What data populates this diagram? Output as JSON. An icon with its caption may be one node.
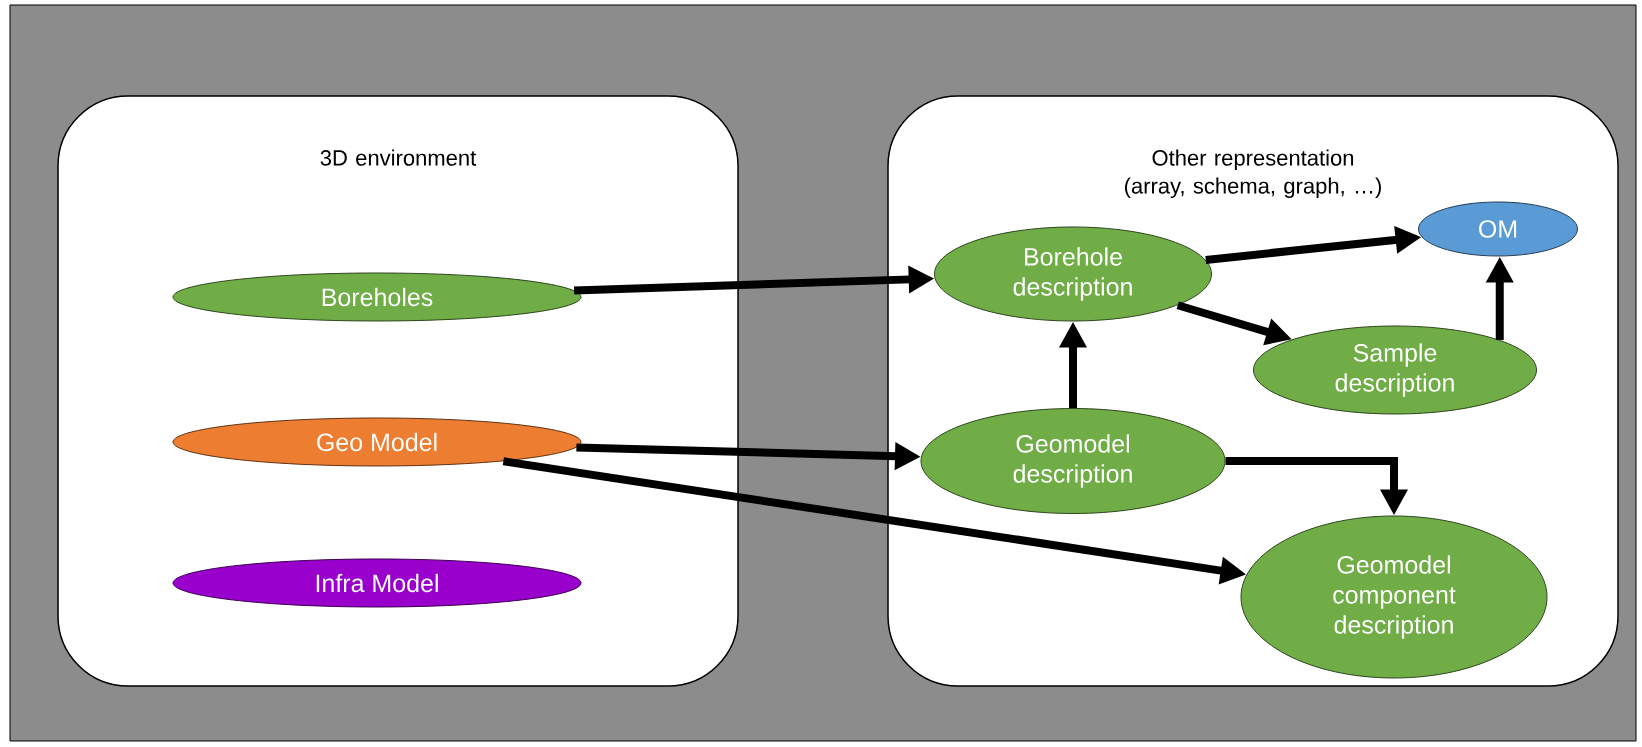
{
  "diagram": {
    "nodes": [
      {
        "text": [],
        "shape": "box"
      },
      {
        "text": [
          "3D environment"
        ],
        "in": 0
      },
      {
        "text": [
          "Other representation (array, schema, graph, …)"
        ],
        "in": 0
      },
      {
        "text": [
          "Boreholes"
        ],
        "in": 1
      },
      {
        "text": [
          "Geo Model"
        ],
        "in": 1
      },
      {
        "text": [
          "Infra Model"
        ],
        "in": 1
      },
      {
        "text": [
          "Borehole description"
        ],
        "in": 2
      },
      {
        "text": [
          "OM"
        ],
        "in": 2
      },
      {
        "text": [
          "Sample description"
        ],
        "in": 2
      },
      {
        "text": [
          "Geomodel description"
        ],
        "in": 2
      },
      {
        "text": [
          "Geomodel component description"
        ],
        "in": 2
      }
    ],
    "edges": [
      {
        "from": 3,
        "to": 6,
        "arrow": "to"
      },
      {
        "from": 6,
        "to": 7,
        "arrow": "to"
      },
      {
        "from": 6,
        "to": 8,
        "arrow": "to"
      },
      {
        "from": 8,
        "to": 7,
        "arrow": "to"
      },
      {
        "from": 9,
        "to": 6,
        "arrow": "to"
      },
      {
        "from": 4,
        "to": 9,
        "arrow": "to"
      },
      {
        "from": 4,
        "to": 10,
        "arrow": "to"
      },
      {
        "from": 9,
        "to": 10,
        "arrow": "to"
      }
    ]
  }
}
